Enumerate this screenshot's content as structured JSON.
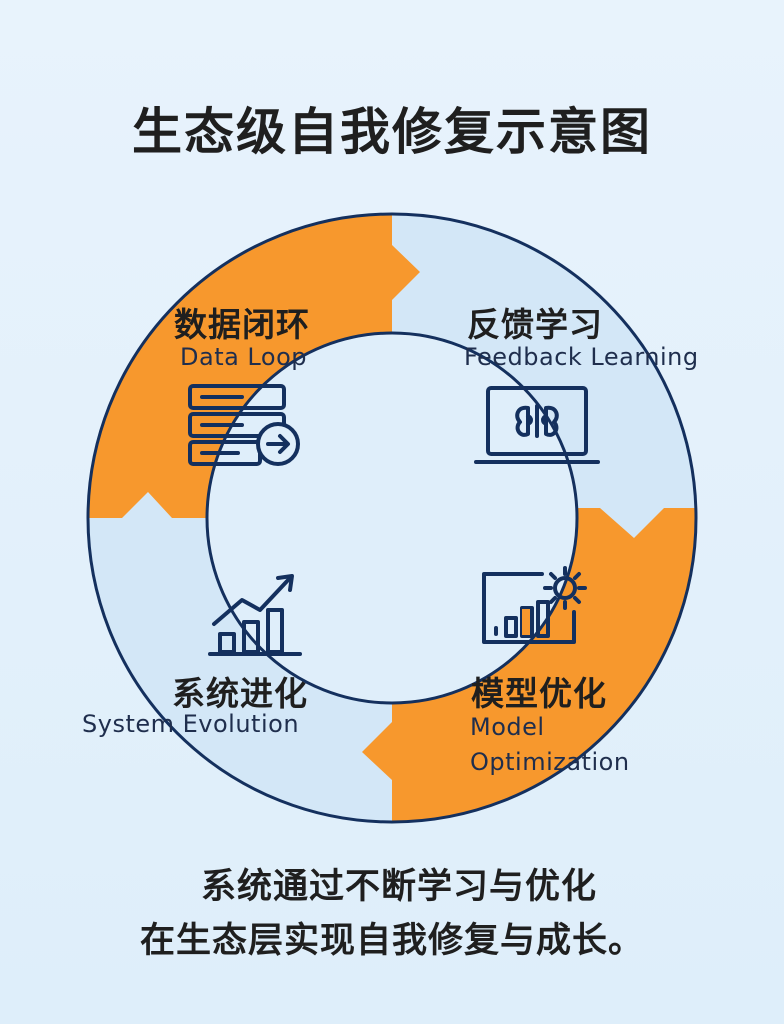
{
  "title": "生态级自我修复示意图",
  "colors": {
    "background": "#e4f1fb",
    "orange": "#f7982d",
    "light_blue": "#d5e8f7",
    "navy": "#14305e"
  },
  "nodes": [
    {
      "zh": "数据闭环",
      "en": "Data Loop",
      "icon": "server-arrow-icon"
    },
    {
      "zh": "反馈学习",
      "en": "Feedback Learning",
      "icon": "laptop-brain-icon"
    },
    {
      "zh": "模型优化",
      "en": "Model Optimization",
      "icon": "chart-gear-icon"
    },
    {
      "zh": "系统进化",
      "en": "System Evolution",
      "icon": "growth-chart-icon"
    }
  ],
  "caption": {
    "line1": "系统通过不断学习与优化",
    "line2": "在生态层实现自我修复与成长。"
  }
}
